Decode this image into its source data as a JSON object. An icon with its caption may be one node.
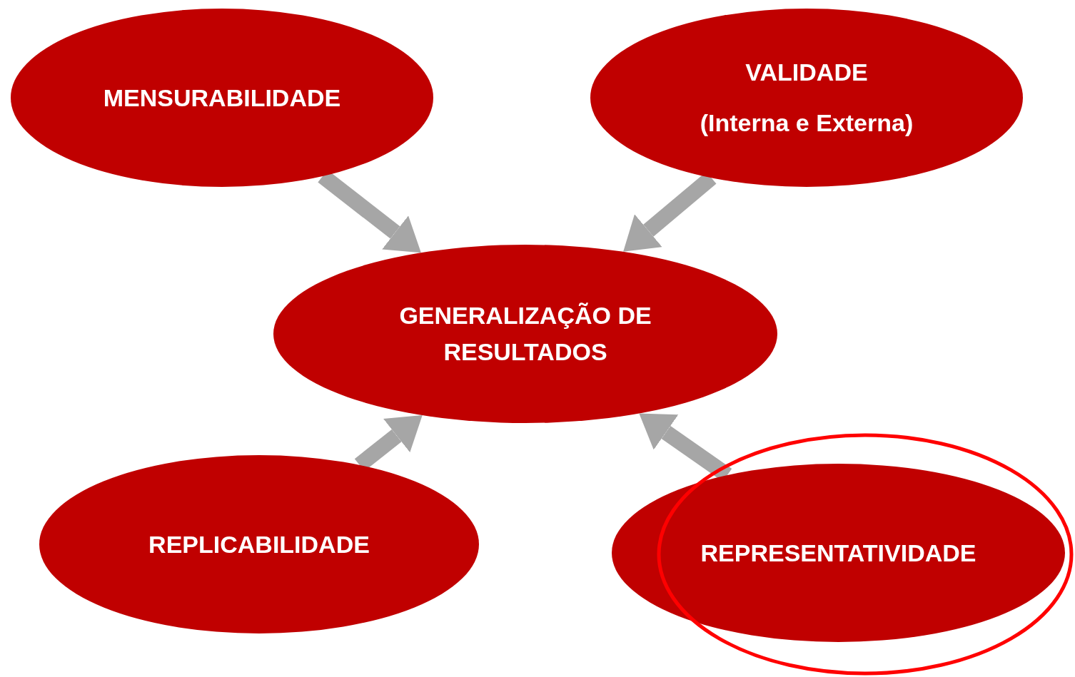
{
  "diagram": {
    "nodes": [
      {
        "text": [
          "MENSURABILIDADE"
        ]
      },
      {
        "text": [
          "VALIDADE",
          "(Interna e Externa)"
        ]
      },
      {
        "text": [
          "GENERALIZAÇÃO DE RESULTADOS"
        ]
      },
      {
        "text": [
          "REPLICABILIDADE"
        ]
      },
      {
        "text": [
          "REPRESENTATIVIDADE"
        ]
      },
      {
        "text": [],
        "shape": "ellipse"
      }
    ],
    "edges": [
      {
        "from": 0,
        "to": 2,
        "arrow": "to"
      },
      {
        "from": 1,
        "to": 2,
        "arrow": "to"
      },
      {
        "from": 3,
        "to": 2,
        "arrow": "to"
      },
      {
        "from": 4,
        "to": 2,
        "arrow": "to"
      }
    ]
  }
}
